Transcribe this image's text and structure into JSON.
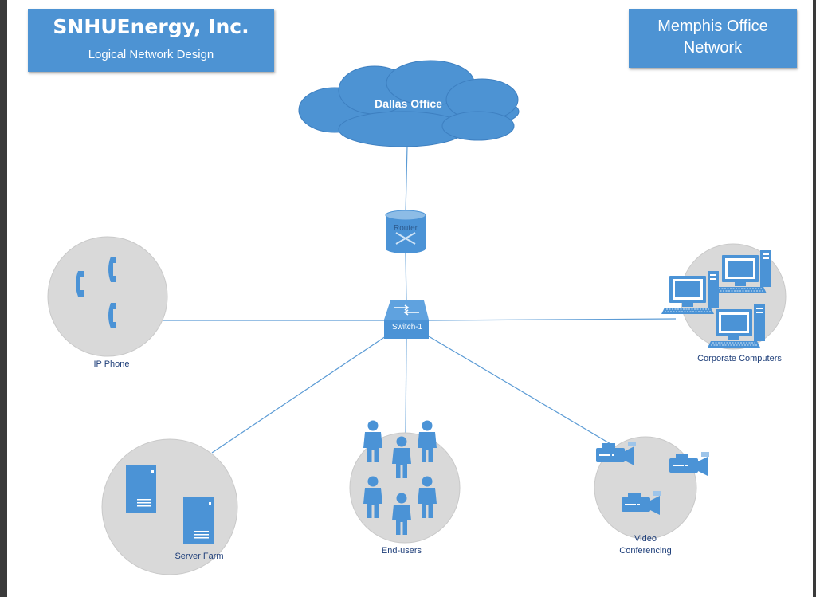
{
  "header": {
    "company": "SNHUEnergy, Inc.",
    "subtitle": "Logical Network Design",
    "office_title": "Memphis Office Network"
  },
  "nodes": {
    "cloud": "Dallas Office",
    "router": "Router",
    "switch": "Switch-1",
    "ip_phone": "IP Phone",
    "corporate_computers": "Corporate Computers",
    "server_farm": "Server Farm",
    "end_users": "End-users",
    "video_conferencing": "Video Conferencing"
  },
  "colors": {
    "accent": "#4d93d3",
    "icon": "#4b93d6",
    "circle": "#d9d9d9",
    "line": "#5b9bd5",
    "label": "#1f3f7a"
  }
}
